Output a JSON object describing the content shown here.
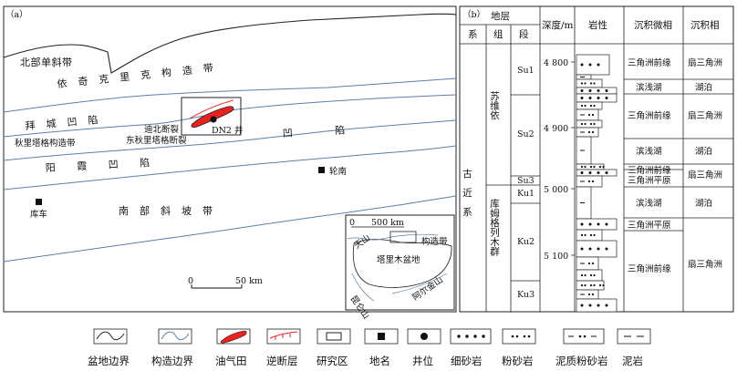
{
  "panel_a": {
    "label": "（a）",
    "zones": {
      "north_slope": "北部单斜带",
      "kuqa_depression_1": "依　奇　克　里　克　构　造　带",
      "baicheng_sag": "拜　城　凹　陷",
      "dibei_fault": "迪北断裂",
      "well": "DN2 井",
      "qiulitage": "秋里塔格构造带",
      "east_qiulitage_fault": "东秋里塔格断裂",
      "yangxia_sag": "阳　　霞　　凹　　陷",
      "south_slope": "南　部　斜　坡　带",
      "dn_label": "凹　　　　陷"
    },
    "places": {
      "kuche": "库车",
      "lunnan": "轮南"
    },
    "scale": {
      "zero": "0",
      "distance": "50 km"
    },
    "inset": {
      "scale_zero": "0",
      "scale_distance": "500 km",
      "tianshan": "天山",
      "structure_belt": "构造带",
      "tarim": "塔里木盆地",
      "kunlun": "昆仑山",
      "altun": "阿尔金山"
    }
  },
  "panel_b": {
    "label": "（b）",
    "headers": {
      "stratum": "地层",
      "system": "系",
      "group": "组",
      "member": "段",
      "depth": "深度/m",
      "lithology": "岩性",
      "microfacies": "沉积微相",
      "facies": "沉积相"
    },
    "system": "古　近　系",
    "groups": [
      {
        "name": "苏维依"
      },
      {
        "name": "库姆格列木群"
      }
    ],
    "members": [
      "Su1",
      "Su2",
      "Su3",
      "Ku1",
      "Ku2",
      "Ku3"
    ],
    "depths": [
      "4 800",
      "4 900",
      "5 000",
      "5 100"
    ],
    "microfacies": [
      "三角洲前缘",
      "滨浅湖",
      "三角洲前缘",
      "滨浅湖",
      "三角洲前缘",
      "三角洲平原",
      "滨浅湖",
      "三角洲平原",
      "三角洲前缘"
    ],
    "facies": [
      "扇三角洲",
      "湖泊",
      "扇三角洲",
      "湖泊",
      "扇三角洲",
      "湖泊",
      "扇三角洲"
    ]
  },
  "legend": [
    {
      "label": "盆地边界",
      "icon": "basin-boundary-icon"
    },
    {
      "label": "构造边界",
      "icon": "structure-boundary-icon"
    },
    {
      "label": "油气田",
      "icon": "oil-gas-field-icon"
    },
    {
      "label": "逆断层",
      "icon": "reverse-fault-icon"
    },
    {
      "label": "研究区",
      "icon": "study-area-icon"
    },
    {
      "label": "地名",
      "icon": "place-name-icon"
    },
    {
      "label": "井位",
      "icon": "well-location-icon"
    },
    {
      "label": "细砂岩",
      "icon": "fine-sandstone-icon"
    },
    {
      "label": "粉砂岩",
      "icon": "siltstone-icon"
    },
    {
      "label": "泥质粉砂岩",
      "icon": "muddy-siltstone-icon"
    },
    {
      "label": "泥岩",
      "icon": "mudstone-icon"
    }
  ],
  "colors": {
    "structure_line": "#5b7fa6",
    "oil_field": "#e8231f",
    "fault": "#e8231f"
  }
}
